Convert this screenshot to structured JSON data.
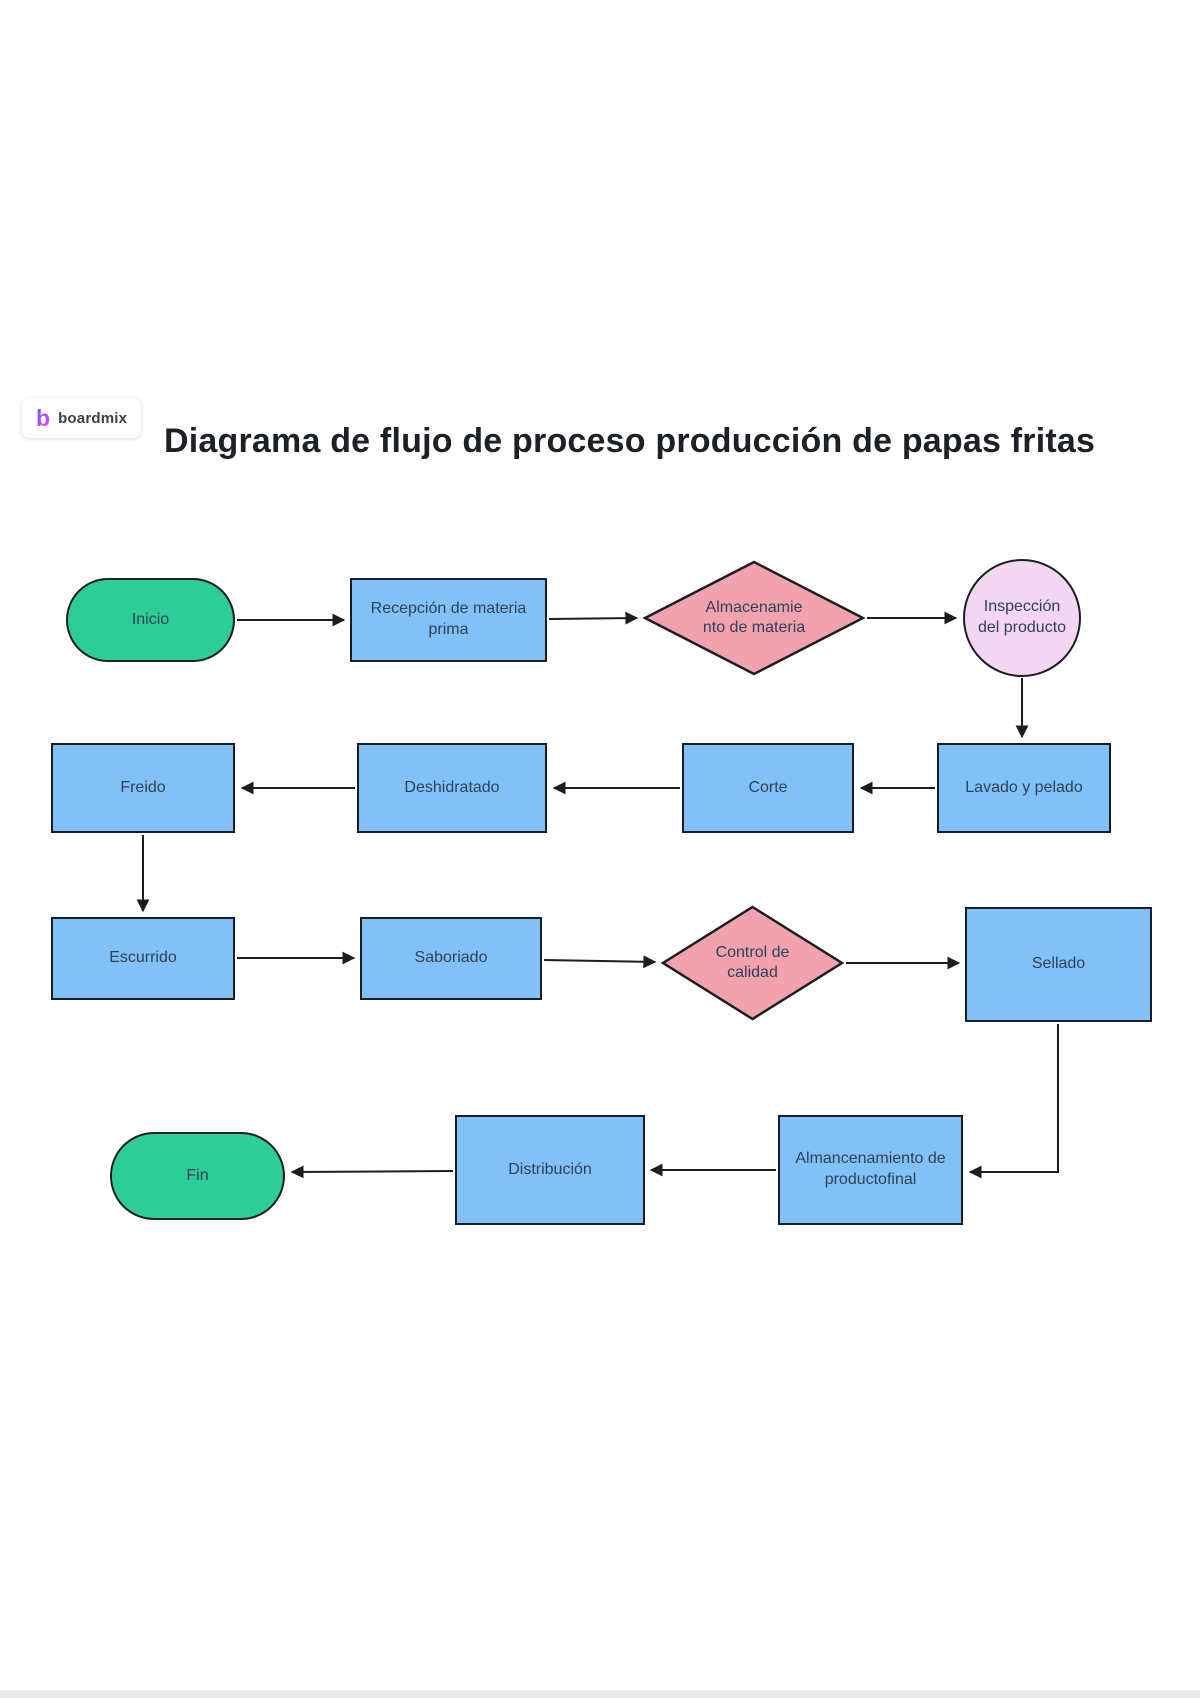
{
  "brand": {
    "logo_letter": "b",
    "logo_text": "boardmix"
  },
  "title": "Diagrama de flujo de proceso producción de papas fritas",
  "colors": {
    "terminal_fill": "#2ecd97",
    "process_fill": "#82c1f7",
    "decision_fill": "#f2a2ae",
    "inspection_fill": "#f3d6f1",
    "shape_border": "#1a1d21",
    "node_text": "#2f4156",
    "title_text": "#1d2126"
  },
  "nodes": {
    "inicio": {
      "label": "Inicio",
      "type": "start-terminal"
    },
    "recepcion": {
      "label": "Recepción de materia prima",
      "type": "process"
    },
    "almacenamiento_materia": {
      "label": "Almacenamie nto de materia",
      "type": "decision"
    },
    "inspeccion_producto": {
      "label": "Inspección del producto",
      "type": "inspection-circle"
    },
    "lavado_pelado": {
      "label": "Lavado y pelado",
      "type": "process"
    },
    "corte": {
      "label": "Corte",
      "type": "process"
    },
    "deshidratado": {
      "label": "Deshidratado",
      "type": "process"
    },
    "freido": {
      "label": "Freido",
      "type": "process"
    },
    "escurrido": {
      "label": "Escurrido",
      "type": "process"
    },
    "saboriado": {
      "label": "Saboriado",
      "type": "process"
    },
    "control_calidad": {
      "label": "Control de calidad",
      "type": "decision"
    },
    "sellado": {
      "label": "Sellado",
      "type": "process"
    },
    "almacenamiento_final": {
      "label": "Almancenamiento de productofinal",
      "type": "process"
    },
    "distribucion": {
      "label": "Distribución",
      "type": "process"
    },
    "fin": {
      "label": "Fin",
      "type": "end-terminal"
    }
  }
}
